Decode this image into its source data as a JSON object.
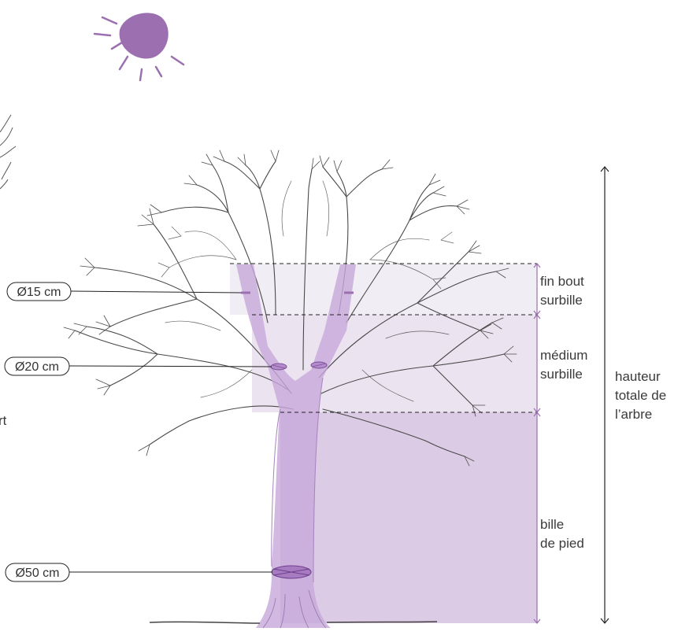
{
  "diameters": {
    "d15": "Ø15 cm",
    "d20": "Ø20 cm",
    "d50": "Ø50 cm"
  },
  "sections": {
    "fin_bout_line1": "fin bout",
    "fin_bout_line2": "surbille",
    "medium_line1": "médium",
    "medium_line2": "surbille",
    "bille_line1": "bille",
    "bille_line2": "de pied"
  },
  "total_height": {
    "line1": "hauteur",
    "line2": "totale de",
    "line3": "l’arbre"
  },
  "partial_left_text": "rt",
  "colors": {
    "accent": "#9b6fb0",
    "trunk": "#c7a8d9",
    "zone_top": "#f1edf4",
    "zone_mid": "#ebe3f0",
    "zone_bottom": "#dccbe4",
    "branches": "#4a4a4a"
  },
  "icons": {
    "sun": "sun-icon"
  }
}
